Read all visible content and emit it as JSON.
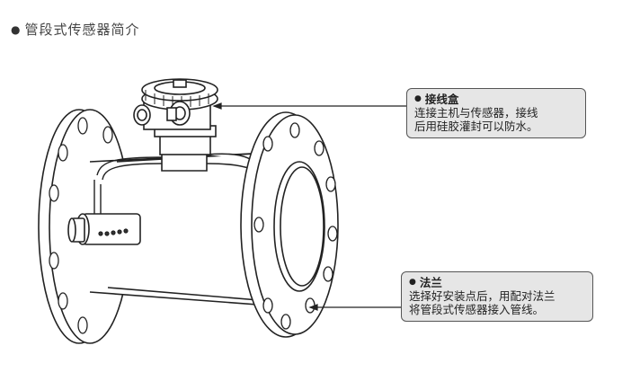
{
  "section_title": "管段式传感器简介",
  "callouts": {
    "junction_box": {
      "heading": "接线盒",
      "lines": [
        "连接主机与传感器，接线",
        "后用硅胶灌封可以防水。"
      ]
    },
    "flange": {
      "heading": "法兰",
      "lines": [
        "选择好安装点后，用配对法兰",
        "将管段式传感器接入管线。"
      ]
    }
  }
}
